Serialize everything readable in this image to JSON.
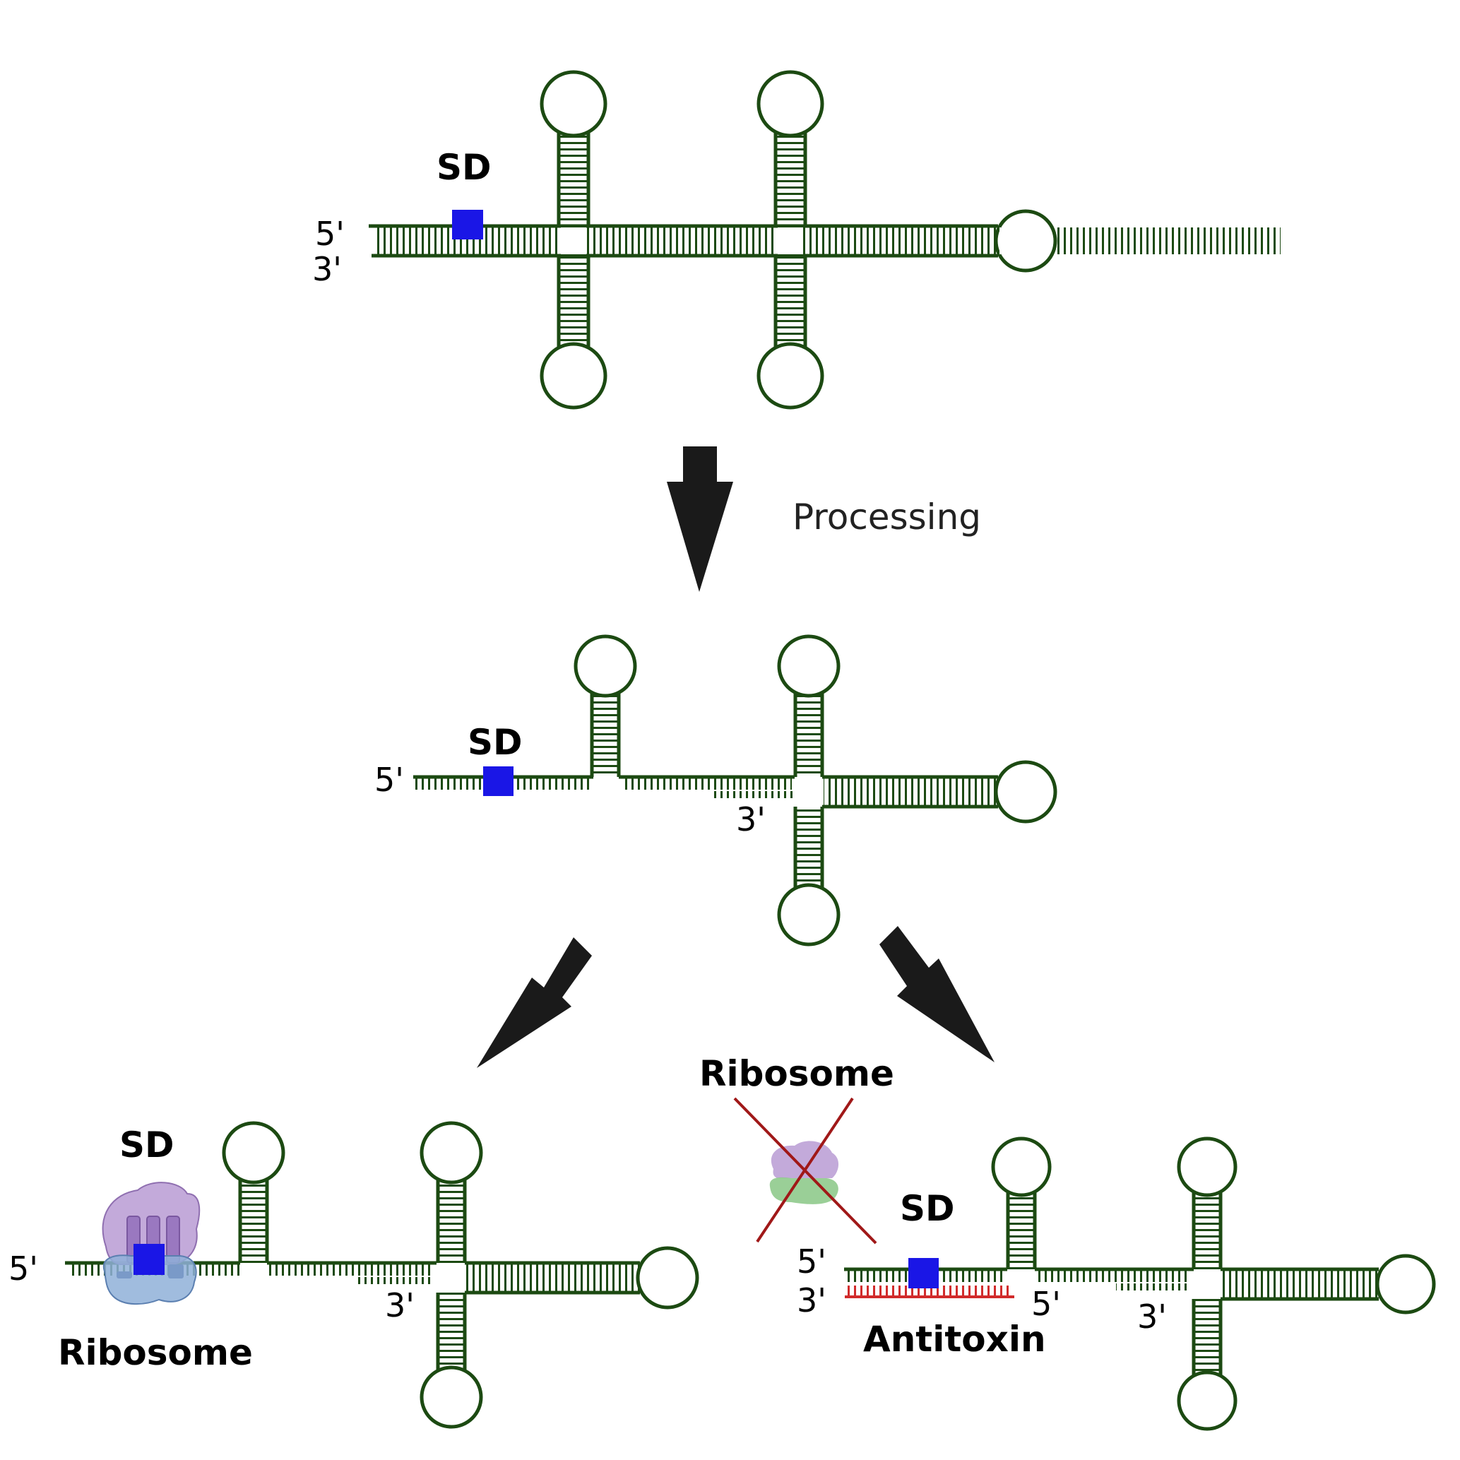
{
  "colors": {
    "rna": "#1c4a12",
    "sd_box": "#1a16e6",
    "antitoxin": "#d12b2b",
    "arrow": "#1a1a1a",
    "cross": "#a01818",
    "ribosome_large": "#b89bd3",
    "ribosome_small": "#8fb0d8",
    "ribosome_small_free": "#8fca8c"
  },
  "top_structure": {
    "sd_label": "SD",
    "five_prime": "5'",
    "three_prime": "3'"
  },
  "processing_label": "Processing",
  "middle_structure": {
    "sd_label": "SD",
    "five_prime": "5'",
    "three_prime": "3'"
  },
  "left_outcome": {
    "sd_label": "SD",
    "ribosome_label": "Ribosome",
    "five_prime": "5'",
    "three_prime": "3'"
  },
  "right_outcome": {
    "ribosome_label": "Ribosome",
    "sd_label": "SD",
    "antitoxin_label": "Antitoxin",
    "five_prime_top": "5'",
    "three_prime_bottom": "3'",
    "five_prime_antitoxin": "5'",
    "three_prime_end": "3'"
  }
}
